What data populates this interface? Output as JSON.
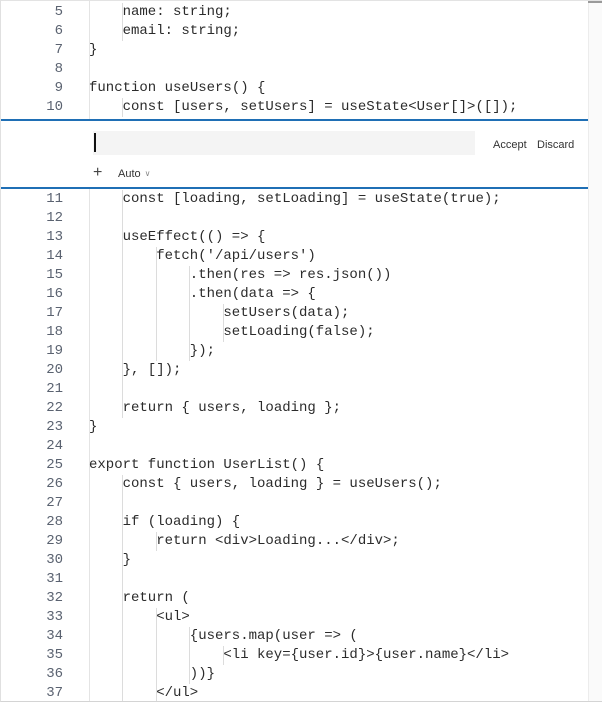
{
  "editor": {
    "lines_top": [
      {
        "num": "5",
        "indent": 1,
        "text": "name: string;",
        "guides": [
          1
        ]
      },
      {
        "num": "6",
        "indent": 1,
        "text": "email: string;",
        "guides": [
          1
        ]
      },
      {
        "num": "7",
        "indent": 0,
        "text": "}",
        "guides": []
      },
      {
        "num": "8",
        "indent": 0,
        "text": "",
        "guides": []
      },
      {
        "num": "9",
        "indent": 0,
        "text": "function useUsers() {",
        "guides": []
      },
      {
        "num": "10",
        "indent": 1,
        "text": "const [users, setUsers] = useState<User[]>([]);",
        "guides": [
          1
        ]
      }
    ],
    "lines_bottom": [
      {
        "num": "11",
        "indent": 1,
        "text": "const [loading, setLoading] = useState(true);",
        "guides": [
          1
        ]
      },
      {
        "num": "12",
        "indent": 0,
        "text": "",
        "guides": [
          1
        ]
      },
      {
        "num": "13",
        "indent": 1,
        "text": "useEffect(() => {",
        "guides": [
          1
        ]
      },
      {
        "num": "14",
        "indent": 2,
        "text": "fetch('/api/users')",
        "guides": [
          1,
          2
        ]
      },
      {
        "num": "15",
        "indent": 3,
        "text": ".then(res => res.json())",
        "guides": [
          1,
          2,
          3
        ]
      },
      {
        "num": "16",
        "indent": 3,
        "text": ".then(data => {",
        "guides": [
          1,
          2,
          3
        ]
      },
      {
        "num": "17",
        "indent": 4,
        "text": "setUsers(data);",
        "guides": [
          1,
          2,
          3,
          4
        ]
      },
      {
        "num": "18",
        "indent": 4,
        "text": "setLoading(false);",
        "guides": [
          1,
          2,
          3,
          4
        ]
      },
      {
        "num": "19",
        "indent": 3,
        "text": "});",
        "guides": [
          1,
          2,
          3
        ]
      },
      {
        "num": "20",
        "indent": 1,
        "text": "}, []);",
        "guides": [
          1
        ]
      },
      {
        "num": "21",
        "indent": 0,
        "text": "",
        "guides": [
          1
        ]
      },
      {
        "num": "22",
        "indent": 1,
        "text": "return { users, loading };",
        "guides": [
          1
        ]
      },
      {
        "num": "23",
        "indent": 0,
        "text": "}",
        "guides": []
      },
      {
        "num": "24",
        "indent": 0,
        "text": "",
        "guides": []
      },
      {
        "num": "25",
        "indent": 0,
        "text": "export function UserList() {",
        "guides": []
      },
      {
        "num": "26",
        "indent": 1,
        "text": "const { users, loading } = useUsers();",
        "guides": [
          1
        ]
      },
      {
        "num": "27",
        "indent": 0,
        "text": "",
        "guides": [
          1
        ]
      },
      {
        "num": "28",
        "indent": 1,
        "text": "if (loading) {",
        "guides": [
          1
        ]
      },
      {
        "num": "29",
        "indent": 2,
        "text": "return <div>Loading...</div>;",
        "guides": [
          1,
          2
        ]
      },
      {
        "num": "30",
        "indent": 1,
        "text": "}",
        "guides": [
          1
        ]
      },
      {
        "num": "31",
        "indent": 0,
        "text": "",
        "guides": [
          1
        ]
      },
      {
        "num": "32",
        "indent": 1,
        "text": "return (",
        "guides": [
          1
        ]
      },
      {
        "num": "33",
        "indent": 2,
        "text": "<ul>",
        "guides": [
          1,
          2
        ]
      },
      {
        "num": "34",
        "indent": 3,
        "text": "{users.map(user => (",
        "guides": [
          1,
          2,
          3
        ]
      },
      {
        "num": "35",
        "indent": 4,
        "text": "<li key={user.id}>{user.name}</li>",
        "guides": [
          1,
          2,
          3,
          4
        ]
      },
      {
        "num": "36",
        "indent": 3,
        "text": "))}",
        "guides": [
          1,
          2,
          3
        ]
      },
      {
        "num": "37",
        "indent": 2,
        "text": "</ul>",
        "guides": [
          1,
          2
        ]
      }
    ]
  },
  "inline_widget": {
    "input_value": "",
    "input_placeholder": "",
    "accept_label": "Accept",
    "discard_label": "Discard",
    "add_icon": "plus-icon",
    "mode_label": "Auto",
    "mode_icon": "chevron-down-icon",
    "accent_color": "#1f6fb5"
  }
}
